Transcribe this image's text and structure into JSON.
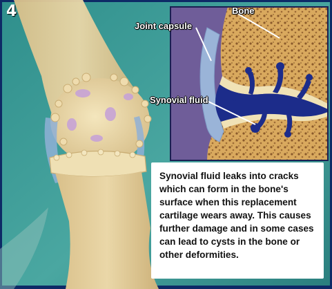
{
  "step_number": "4",
  "labels": {
    "bone": "Bone",
    "joint_capsule": "Joint capsule",
    "synovial_fluid": "Synovial fluid"
  },
  "caption": "Synovial fluid leaks into cracks which can form in the bone's surface when this replacement cartilage wears away. This causes further damage and in some cases can lead to cysts in the bone or other deformities.",
  "colors": {
    "background": "#2f8f8c",
    "frame": "#0d2a66",
    "bone": "#e6cf9a",
    "cartilage": "#f0e2b6",
    "synovial_fluid": "#1c2c8a",
    "capsule": "#9ab4d8",
    "inset_background": "#6f5d99",
    "lesion": "#c7a3d6"
  }
}
